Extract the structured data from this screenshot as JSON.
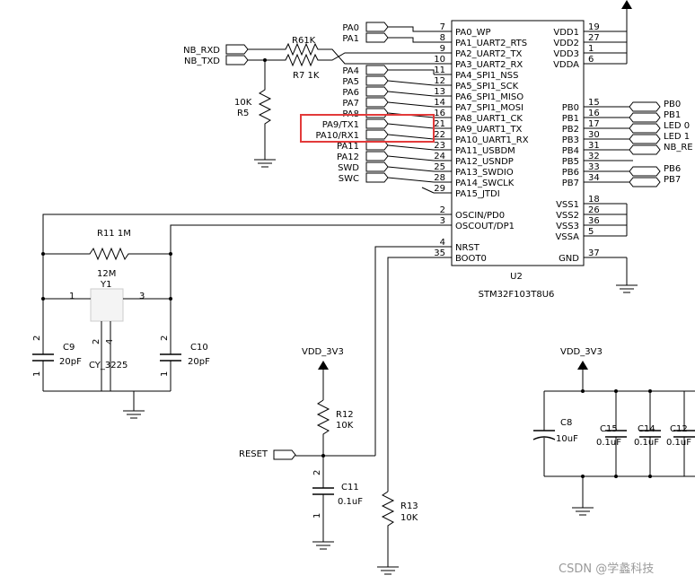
{
  "chip": {
    "ref": "U2",
    "part": "STM32F103T8U6",
    "left_pins": [
      {
        "num": "7",
        "name": "PA0_WP"
      },
      {
        "num": "8",
        "name": "PA1_UART2_RTS"
      },
      {
        "num": "9",
        "name": "PA2_UART2_TX"
      },
      {
        "num": "10",
        "name": "PA3_UART2_RX"
      },
      {
        "num": "11",
        "name": "PA4_SPI1_NSS"
      },
      {
        "num": "12",
        "name": "PA5_SPI1_SCK"
      },
      {
        "num": "13",
        "name": "PA6_SPI1_MISO"
      },
      {
        "num": "14",
        "name": "PA7_SPI1_MOSI"
      },
      {
        "num": "16",
        "name": "PA8_UART1_CK"
      },
      {
        "num": "21",
        "name": "PA9_UART1_TX"
      },
      {
        "num": "22",
        "name": "PA10_UART1_RX"
      },
      {
        "num": "23",
        "name": "PA11_USBDM"
      },
      {
        "num": "24",
        "name": "PA12_USNDP"
      },
      {
        "num": "25",
        "name": "PA13_SWDIO"
      },
      {
        "num": "28",
        "name": "PA14_SWCLK"
      },
      {
        "num": "29",
        "name": "PA15_JTDI"
      },
      {
        "num": "2",
        "name": "OSCIN/PD0"
      },
      {
        "num": "3",
        "name": "OSCOUT/DP1"
      },
      {
        "num": "4",
        "name": "NRST"
      },
      {
        "num": "35",
        "name": "BOOT0"
      }
    ],
    "right_pins": [
      {
        "num": "19",
        "name": "VDD1"
      },
      {
        "num": "27",
        "name": "VDD2"
      },
      {
        "num": "1",
        "name": "VDD3"
      },
      {
        "num": "6",
        "name": "VDDA"
      },
      {
        "num": "15",
        "name": "PB0"
      },
      {
        "num": "16",
        "name": "PB1"
      },
      {
        "num": "17",
        "name": "PB2"
      },
      {
        "num": "30",
        "name": "PB3"
      },
      {
        "num": "31",
        "name": "PB4"
      },
      {
        "num": "32",
        "name": "PB5"
      },
      {
        "num": "33",
        "name": "PB6"
      },
      {
        "num": "34",
        "name": "PB7"
      },
      {
        "num": "18",
        "name": "VSS1"
      },
      {
        "num": "26",
        "name": "VSS2"
      },
      {
        "num": "36",
        "name": "VSS3"
      },
      {
        "num": "5",
        "name": "VSSA"
      },
      {
        "num": "37",
        "name": "GND"
      }
    ]
  },
  "left_nets": [
    "PA0",
    "PA1",
    "PA4",
    "PA5",
    "PA6",
    "PA7",
    "PA8",
    "PA9/TX1",
    "PA10/RX1",
    "PA11",
    "PA12",
    "SWD",
    "SWC"
  ],
  "right_nets": [
    "PB0",
    "PB1",
    "LED 0",
    "LED 1",
    "NB_RE",
    "PB6",
    "PB7"
  ],
  "nb_nets": [
    "NB_RXD",
    "NB_TXD"
  ],
  "resistors": {
    "r6": {
      "ref": "R6",
      "value": "1K"
    },
    "r7": {
      "ref": "R7",
      "value": "1K"
    },
    "r5": {
      "ref": "R5",
      "value": "10K"
    },
    "r11": {
      "ref": "R11",
      "value": "1M"
    },
    "r12": {
      "ref": "R12",
      "value": "10K"
    },
    "r13": {
      "ref": "R13",
      "value": "10K"
    }
  },
  "crystal": {
    "ref": "Y1",
    "value": "12M",
    "package": "CY_3225",
    "pin1": "1",
    "pin2": "2",
    "pin3": "3",
    "pin4": "4"
  },
  "capacitors": {
    "c9": {
      "ref": "C9",
      "value": "20pF",
      "pin_top": "2",
      "pin_bottom": "1"
    },
    "c10": {
      "ref": "C10",
      "value": "20pF",
      "pin_top": "2",
      "pin_bottom": "1"
    },
    "c11": {
      "ref": "C11",
      "value": "0.1uF",
      "pin_top": "2",
      "pin_bottom": "1"
    },
    "c8": {
      "ref": "C8",
      "value": "10uF"
    },
    "c15": {
      "ref": "C15",
      "value": "0.1uF"
    },
    "c14": {
      "ref": "C14",
      "value": "0.1uF"
    },
    "c12": {
      "ref": "C12",
      "value": "0.1uF"
    }
  },
  "power": {
    "vdd_left": "VDD_3V3",
    "vdd_right": "VDD_3V3"
  },
  "reset_label": "RESET",
  "watermark": "CSDN @学蠡科技",
  "highlight_color": "#e23a3a"
}
